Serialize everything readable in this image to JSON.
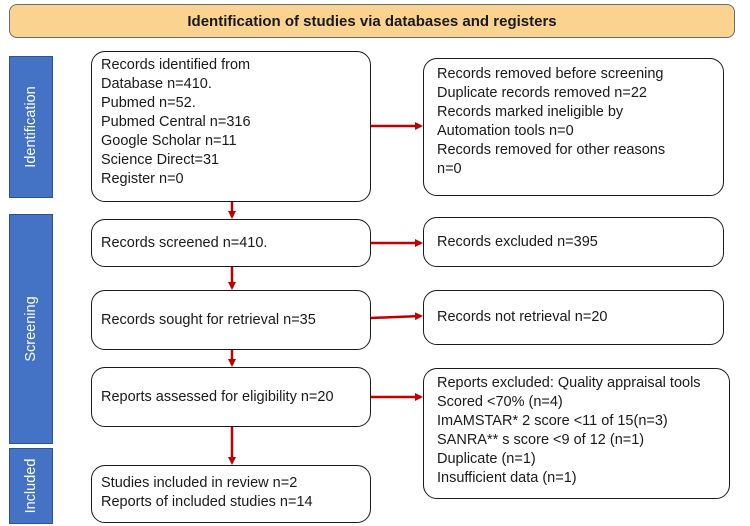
{
  "header": {
    "title": "Identification of studies via databases and registers"
  },
  "phases": {
    "identification": "Identification",
    "screening": "Screening",
    "included": "Included"
  },
  "boxes": {
    "records_identified": {
      "lines": [
        "Records identified from",
        "Database n=410.",
        "Pubmed n=52.",
        "Pubmed Central n=316",
        "Google Scholar n=11",
        "Science Direct=31",
        "Register n=0"
      ]
    },
    "records_removed": {
      "lines": [
        "Records removed before screening",
        "Duplicate records removed n=22",
        "Records marked ineligible by",
        "Automation tools n=0",
        "Records removed for other reasons",
        "n=0"
      ]
    },
    "records_screened": {
      "text": "Records screened n=410."
    },
    "records_excluded": {
      "text": "Records excluded n=395"
    },
    "records_sought": {
      "text": "Records sought for retrieval n=35"
    },
    "records_not_retrieved": {
      "text": "Records not retrieval n=20"
    },
    "reports_assessed": {
      "text": "Reports assessed for eligibility n=20"
    },
    "reports_excluded": {
      "lines": [
        "Reports excluded: Quality appraisal tools",
        "Scored <70% (n=4)",
        "ImAMSTAR* 2 score <11 of 15(n=3)",
        "SANRA** s score <9 of 12 (n=1)",
        "Duplicate (n=1)",
        "Insufficient data (n=1)"
      ]
    },
    "studies_included": {
      "lines": [
        "Studies included in review n=2",
        "Reports of included studies n=14"
      ]
    }
  },
  "colors": {
    "header_fill": "#fbd391",
    "phase_fill": "#4472c4",
    "arrow": "#c00000"
  }
}
